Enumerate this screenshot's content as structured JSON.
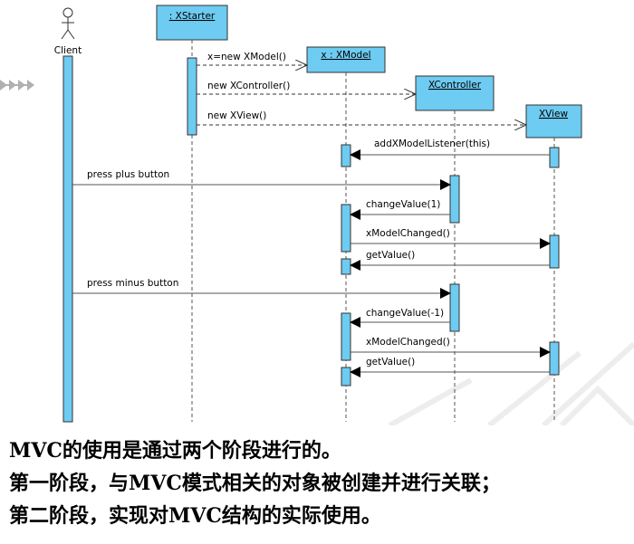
{
  "diagram": {
    "actor": {
      "label": "Client"
    },
    "objects": {
      "xstarter": ": XStarter",
      "xmodel": "x : XModel",
      "xcontroller": "XController",
      "xview": "XView"
    },
    "messages": {
      "m1": "x=new XModel()",
      "m2": "new XController()",
      "m3": "new XView()",
      "m4": "addXModelListener(this)",
      "m5": "press plus button",
      "m6": "changeValue(1)",
      "m7": "xModelChanged()",
      "m8": "getValue()",
      "m9": "press minus button",
      "m10": "changeValue(-1)",
      "m11": "xModelChanged()",
      "m12": "getValue()"
    },
    "colors": {
      "box": "#6ECBF1",
      "line": "#555555",
      "accent": "#888888"
    }
  },
  "caption": {
    "line1": "MVC的使用是通过两个阶段进行的。",
    "line2": "第一阶段，与MVC模式相关的对象被创建并进行关联；",
    "line3": "第二阶段，实现对MVC结构的实际使用。"
  }
}
